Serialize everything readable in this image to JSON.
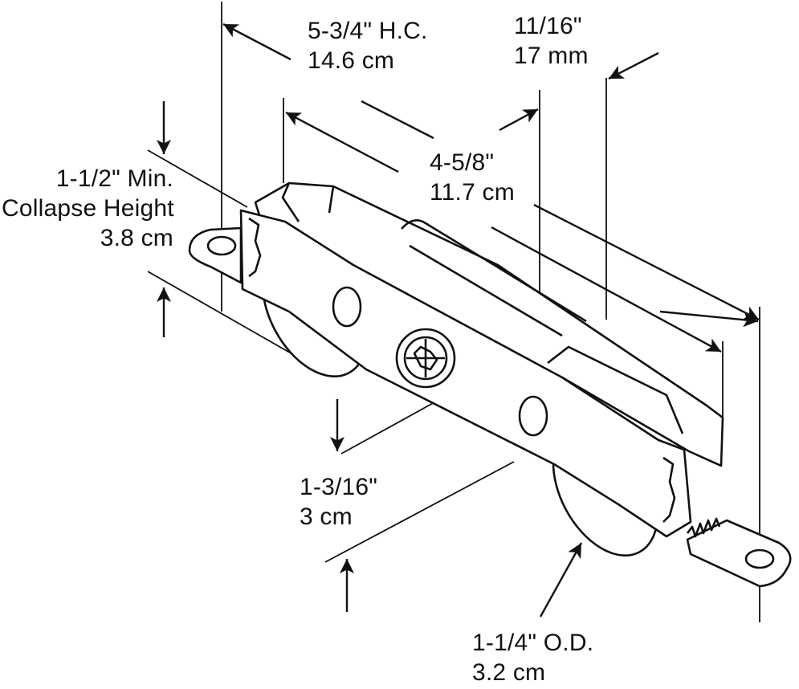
{
  "dimensions": {
    "hole_center": {
      "imperial": "5-3/4\" H.C.",
      "metric": "14.6 cm"
    },
    "width": {
      "imperial": "11/16\"",
      "metric": "17 mm"
    },
    "length": {
      "imperial": "4-5/8\"",
      "metric": "11.7 cm"
    },
    "collapse_height": {
      "line1": "1-1/2\" Min.",
      "line2": "Collapse Height",
      "metric": "3.8 cm"
    },
    "height": {
      "imperial": "1-3/16\"",
      "metric": "3 cm"
    },
    "wheel_diameter": {
      "imperial": "1-1/4\" O.D.",
      "metric": "3.2 cm"
    }
  },
  "colors": {
    "line": "#111111",
    "background": "#ffffff"
  }
}
